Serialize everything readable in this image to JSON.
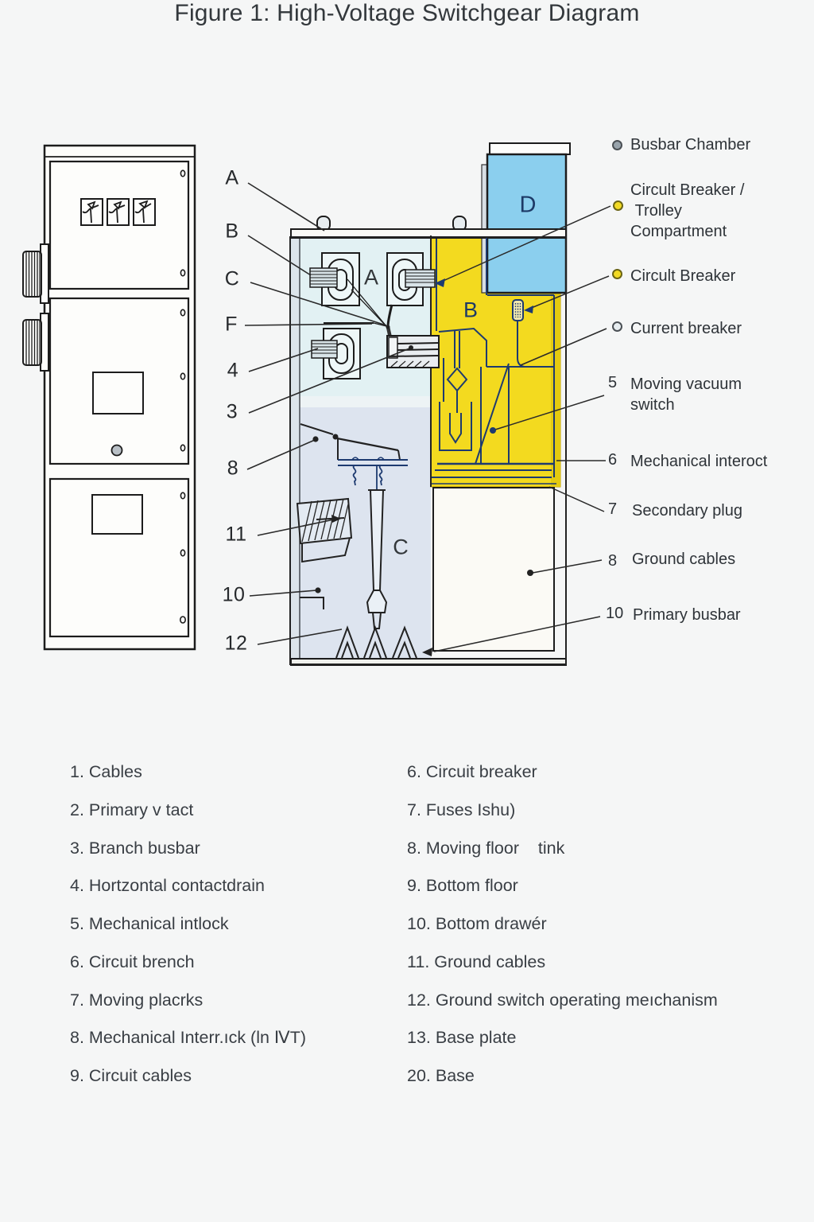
{
  "figure": {
    "title": "Figure 1: High-Voltage Switchgear Diagram"
  },
  "colors": {
    "busbar_chamber_fill": "#e2f1f3",
    "breaker_compartment_yellow": "#f3da1f",
    "trolley_blue": "#8bcfee",
    "cable_compartment_gray": "#dde4ef",
    "line_navy": "#1d3a70",
    "outline_black": "#222222"
  },
  "compartments": {
    "a": "A",
    "b": "B",
    "c": "C",
    "d": "D"
  },
  "callouts_left": [
    "A",
    "B",
    "C",
    "F",
    "4",
    "3",
    "8",
    "11",
    "10",
    "12"
  ],
  "legend": {
    "bullet_items": [
      {
        "icon": "gray-dot",
        "label": "Busbar Chamber"
      },
      {
        "icon": "yellow-dot",
        "label": "Circult Breaker /\n Trolley\nCompartment"
      },
      {
        "icon": "yellow-dot",
        "label": "Circult Breaker"
      },
      {
        "icon": "light-dot",
        "label": "Current breaker"
      }
    ],
    "numbered_items": [
      {
        "n": "5",
        "label": "Moving vacuum\nswitch"
      },
      {
        "n": "6",
        "label": "Mechanical interoct"
      },
      {
        "n": "7",
        "label": "Secondary plug"
      },
      {
        "n": "8",
        "label": "Ground cables"
      },
      {
        "n": "10",
        "label": "Primary busbar"
      }
    ]
  },
  "parts_list": {
    "left_column": [
      "1. Cables",
      "2. Primary v tact",
      "3. Branch busbar",
      "4. Hortzontal contactdrain",
      "5. Mechanical intlock",
      "6. Circuit brench",
      "7. Moving placrks",
      "8. Mechanical Interr.ıck (ln ⅣT)",
      "9. Circuit cables"
    ],
    "right_column": [
      "6. Circuit breaker",
      "7. Fuses Ishu)",
      "8. Moving floor    tink",
      "9. Bottom floor",
      "10. Bottom drawér",
      "11. Ground cables",
      "12. Ground switch operating meıchanism",
      "13. Base plate",
      "20. Base"
    ]
  }
}
